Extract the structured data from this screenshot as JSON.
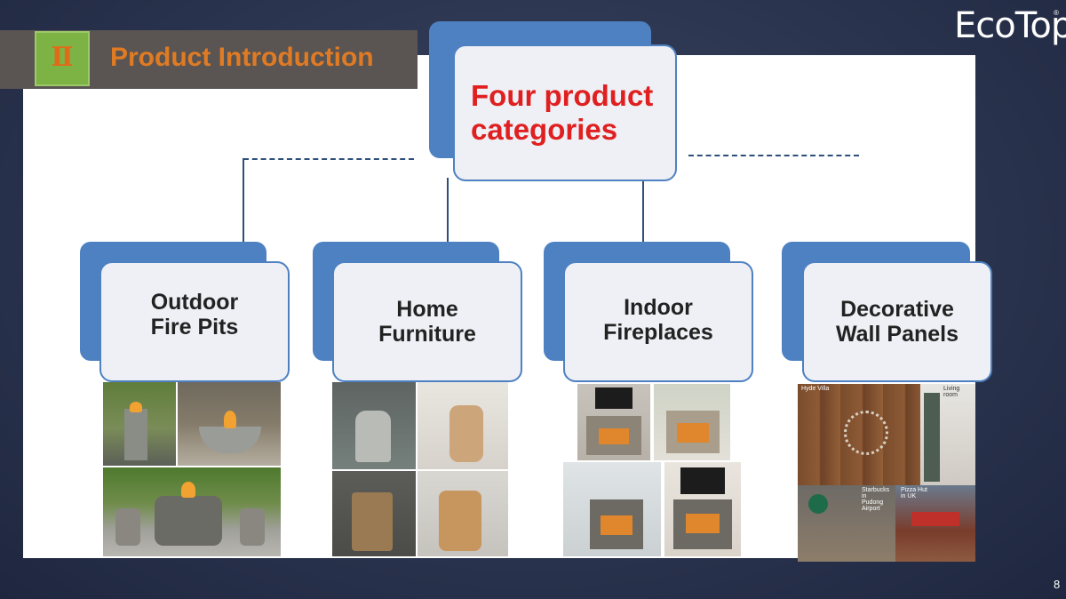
{
  "header": {
    "section_numeral": "Ⅱ",
    "title": "Product Introduction"
  },
  "logo": {
    "text": "EcoTop",
    "registered": "®"
  },
  "root": {
    "label": "Four product\ncategories"
  },
  "categories": [
    {
      "label": "Outdoor\nFire Pits"
    },
    {
      "label": "Home\nFurniture"
    },
    {
      "label": "Indoor\nFireplaces"
    },
    {
      "label": "Decorative\nWall  Panels"
    }
  ],
  "photo_captions": {
    "hyde_villa": "Hyde Villa",
    "living_room": "Living room",
    "starbucks": "Starbucks in\nPudong Airport",
    "pizza_hut": "Pizza Hut\nin UK"
  },
  "page_number": "8",
  "colors": {
    "accent_blue": "#4e81c2",
    "title_orange": "#e07b24",
    "root_red": "#e02020",
    "section_green": "#7db344"
  }
}
